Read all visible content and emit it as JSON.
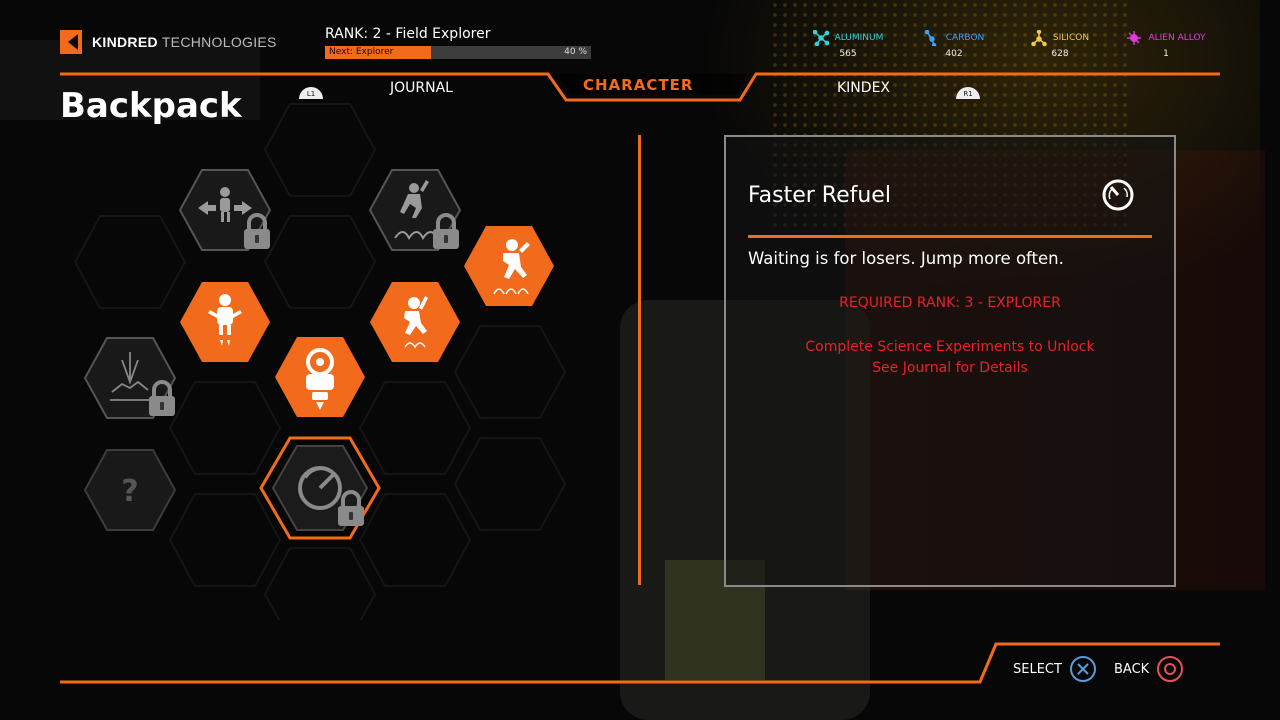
{
  "brand": {
    "name_bold": "KINDRED",
    "name_light": "TECHNOLOGIES"
  },
  "rank": {
    "title": "RANK: 2 - Field Explorer",
    "next_label": "Next: Explorer",
    "progress_text": "40 %",
    "progress_fraction": 0.4
  },
  "resources": [
    {
      "name": "ALUMINUM",
      "value": "565",
      "color": "#34d1d9",
      "icon": "aluminum-molecule-icon"
    },
    {
      "name": "CARBON",
      "value": "402",
      "color": "#3aa0ff",
      "icon": "carbon-molecule-icon"
    },
    {
      "name": "SILICON",
      "value": "628",
      "color": "#f2c84a",
      "icon": "silicon-molecule-icon"
    },
    {
      "name": "ALIEN ALLOY",
      "value": "1",
      "color": "#e23ae0",
      "icon": "alien-alloy-molecule-icon"
    }
  ],
  "tabs": {
    "left_button": "L1",
    "journal": "JOURNAL",
    "character": "CHARACTER",
    "kindex": "KINDEX",
    "right_button": "R1"
  },
  "page_title": "Backpack",
  "skills": [
    {
      "name": "dash-left-right",
      "state": "locked",
      "icon": "dash-icon"
    },
    {
      "name": "high-jump",
      "state": "locked",
      "icon": "high-jump-icon"
    },
    {
      "name": "double-jump",
      "state": "unlocked",
      "icon": "double-jump-icon"
    },
    {
      "name": "jetpack-boost",
      "state": "unlocked",
      "icon": "jetpack-boost-icon"
    },
    {
      "name": "jump",
      "state": "unlocked",
      "icon": "jump-icon"
    },
    {
      "name": "ground-pound",
      "state": "locked",
      "icon": "ground-pound-icon"
    },
    {
      "name": "jetpack",
      "state": "unlocked",
      "icon": "jetpack-icon"
    },
    {
      "name": "unknown",
      "state": "unknown",
      "icon": "question-mark-icon",
      "label": "?"
    },
    {
      "name": "faster-refuel",
      "state": "locked-selected",
      "icon": "gauge-icon"
    }
  ],
  "detail": {
    "title": "Faster Refuel",
    "icon": "gauge-icon",
    "description": "Waiting is for losers. Jump more often.",
    "required": "REQUIRED RANK: 3 - EXPLORER",
    "unlock_line1": "Complete Science Experiments to Unlock",
    "unlock_line2": "See Journal for Details"
  },
  "footer": {
    "select_label": "SELECT",
    "back_label": "BACK"
  },
  "colors": {
    "accent": "#f26a1b",
    "warning": "#e8202a",
    "cross": "#5a9bd8",
    "circle": "#e8505a"
  }
}
